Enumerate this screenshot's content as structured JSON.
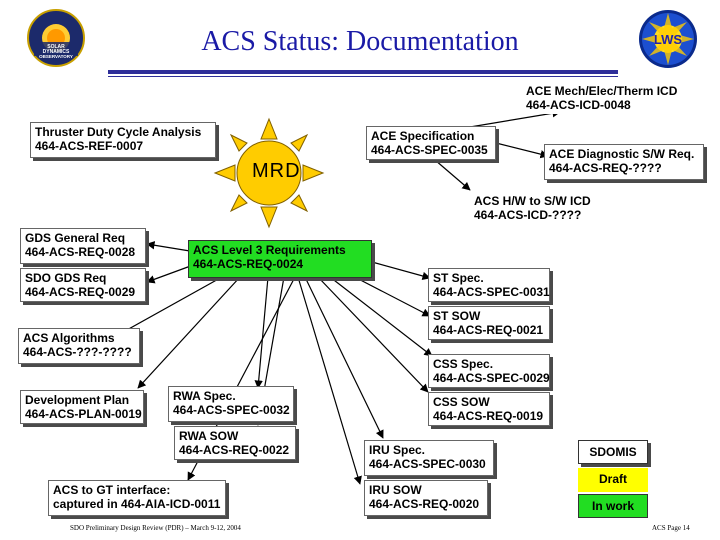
{
  "title": "ACS Status: Documentation",
  "logos": {
    "left": {
      "icon": "solar-dynamics-observatory-seal",
      "text": "SOLAR DYNAMICS OBSERVATORY"
    },
    "right": {
      "icon": "living-with-a-star-seal",
      "text": "LWS"
    }
  },
  "center_node": {
    "label": "MRD",
    "icon": "sun-icon"
  },
  "nodes": {
    "thruster": {
      "line1": "Thruster Duty Cycle Analysis",
      "line2": "464-ACS-REF-0007"
    },
    "ace_mech": {
      "line1": "ACE Mech/Elec/Therm ICD",
      "line2": "464-ACS-ICD-0048"
    },
    "ace_spec": {
      "line1": "ACE Specification",
      "line2": "464-ACS-SPEC-0035"
    },
    "ace_diag": {
      "line1": "ACE Diagnostic S/W Req.",
      "line2": "464-ACS-REQ-????"
    },
    "hw_sw_icd": {
      "line1": "ACS H/W to S/W ICD",
      "line2": "464-ACS-ICD-????"
    },
    "gds": {
      "line1": "GDS General Req",
      "line2": "464-ACS-REQ-0028"
    },
    "level3": {
      "line1": "ACS Level 3 Requirements",
      "line2": "464-ACS-REQ-0024"
    },
    "sdo_gds": {
      "line1": "SDO GDS Req",
      "line2": "464-ACS-REQ-0029"
    },
    "st_spec": {
      "line1": "ST Spec.",
      "line2": "464-ACS-SPEC-0031"
    },
    "st_sow": {
      "line1": "ST SOW",
      "line2": "464-ACS-REQ-0021"
    },
    "algorithms": {
      "line1": "ACS Algorithms",
      "line2": "464-ACS-???-????"
    },
    "css_spec": {
      "line1": "CSS Spec.",
      "line2": "464-ACS-SPEC-0029"
    },
    "dev_plan": {
      "line1": "Development Plan",
      "line2": "464-ACS-PLAN-0019"
    },
    "rwa_spec": {
      "line1": "RWA Spec.",
      "line2": "464-ACS-SPEC-0032"
    },
    "css_sow": {
      "line1": "CSS SOW",
      "line2": "464-ACS-REQ-0019"
    },
    "rwa_sow": {
      "line1": "RWA SOW",
      "line2": "464-ACS-REQ-0022"
    },
    "iru_spec": {
      "line1": "IRU Spec.",
      "line2": "464-ACS-SPEC-0030"
    },
    "gt": {
      "line1": "ACS to GT interface:",
      "line2": "captured in 464-AIA-ICD-0011"
    },
    "iru_sow": {
      "line1": "IRU SOW",
      "line2": "464-ACS-REQ-0020"
    }
  },
  "legend": {
    "sdomis": "SDOMIS",
    "draft": "Draft",
    "in_work": "In work",
    "colors": {
      "sdomis": "#ffffff",
      "draft": "#ffff00",
      "in_work": "#22dd22"
    }
  },
  "colors": {
    "title": "#1a1aa6",
    "sun": "#ffcc00",
    "level3": "#22dd22"
  },
  "footer": {
    "left": "SDO Preliminary Design Review (PDR) – March 9-12, 2004",
    "right": "ACS Page 14"
  }
}
